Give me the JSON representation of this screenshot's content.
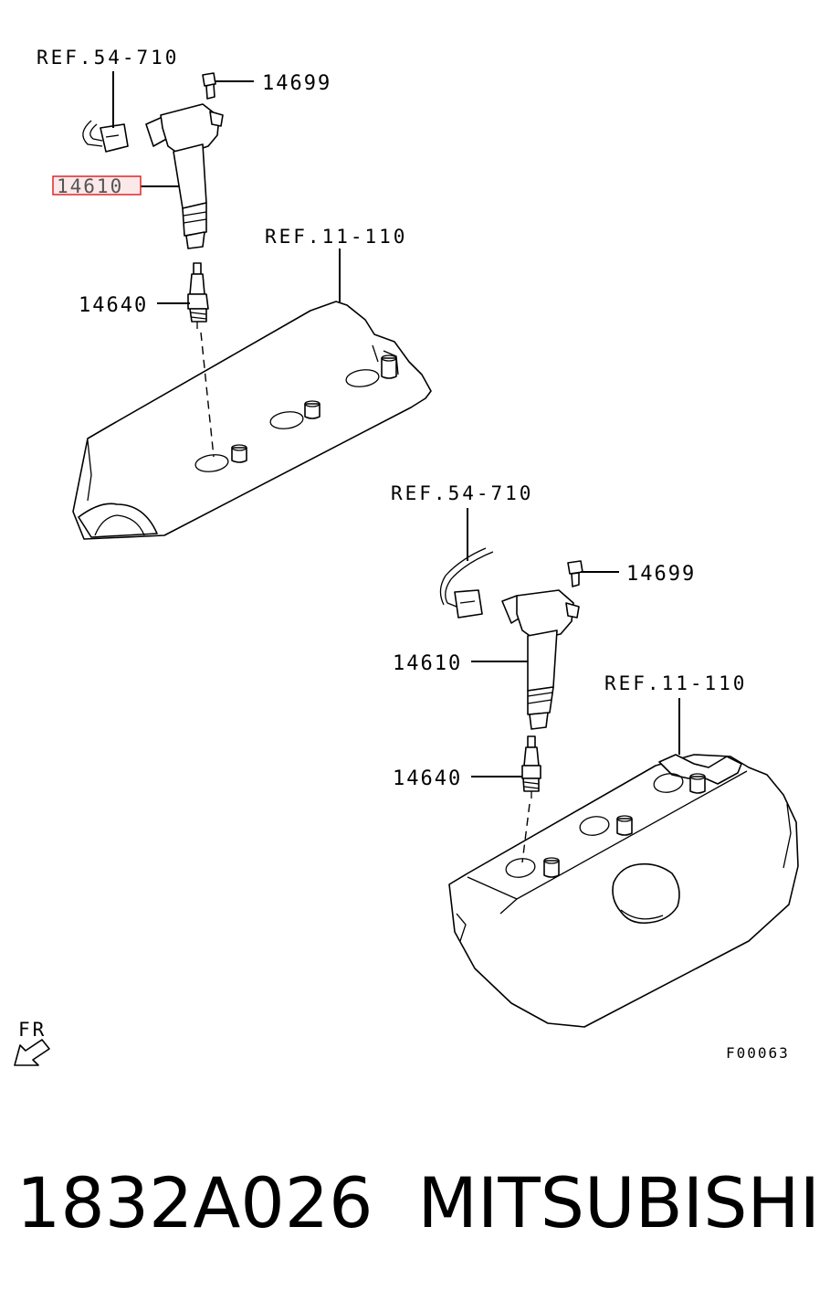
{
  "diagram": {
    "top_view": {
      "harness_ref": "REF.54-710",
      "bolt_code": "14699",
      "coil_code": "14610",
      "plug_code": "14640",
      "cover_ref": "REF.11-110"
    },
    "bottom_view": {
      "harness_ref": "REF.54-710",
      "bolt_code": "14699",
      "coil_code": "14610",
      "plug_code": "14640",
      "cover_ref": "REF.11-110"
    },
    "front_label": "FR",
    "figure_code": "F00063",
    "highlight_color": "#e0262b"
  },
  "caption": {
    "part_number": "1832A026",
    "brand": "MITSUBISHI"
  }
}
